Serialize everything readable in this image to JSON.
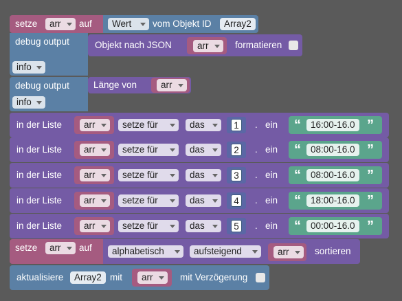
{
  "set_block": {
    "keyword": "setze",
    "var": "arr",
    "on": "auf",
    "value_dropdown": "Wert",
    "from_object_label": "vom Objekt ID",
    "object_id": "Array2"
  },
  "debug1": {
    "label": "debug output",
    "input_label": "Objekt nach JSON",
    "var": "arr",
    "format_label": "formatieren",
    "level": "info"
  },
  "debug2": {
    "label": "debug output",
    "input_label": "Länge von",
    "var": "arr",
    "level": "info"
  },
  "list_rows": [
    {
      "prefix": "in der Liste",
      "var": "arr",
      "mode": "setze für",
      "where": "das",
      "index": "1",
      "dot": ".",
      "in": "ein",
      "text": "16:00-16.0"
    },
    {
      "prefix": "in der Liste",
      "var": "arr",
      "mode": "setze für",
      "where": "das",
      "index": "2",
      "dot": ".",
      "in": "ein",
      "text": "08:00-16.0"
    },
    {
      "prefix": "in der Liste",
      "var": "arr",
      "mode": "setze für",
      "where": "das",
      "index": "3",
      "dot": ".",
      "in": "ein",
      "text": "08:00-16.0"
    },
    {
      "prefix": "in der Liste",
      "var": "arr",
      "mode": "setze für",
      "where": "das",
      "index": "4",
      "dot": ".",
      "in": "ein",
      "text": "18:00-16.0"
    },
    {
      "prefix": "in der Liste",
      "var": "arr",
      "mode": "setze für",
      "where": "das",
      "index": "5",
      "dot": ".",
      "in": "ein",
      "text": "00:00-16.0"
    }
  ],
  "sort_block": {
    "keyword": "setze",
    "var": "arr",
    "on": "auf",
    "type": "alphabetisch",
    "order": "aufsteigend",
    "sort_var": "arr",
    "sort_label": "sortieren"
  },
  "update_block": {
    "label": "aktualisiere",
    "object": "Array2",
    "with": "mit",
    "var": "arr",
    "delay_label": "mit Verzögerung"
  },
  "quote_open": "“",
  "quote_close": "”",
  "colors": {
    "variables": "#a55b80",
    "lists": "#745ba5",
    "debug": "#5b80a5",
    "text": "#5ba58c",
    "background": "#5a5a5a"
  }
}
